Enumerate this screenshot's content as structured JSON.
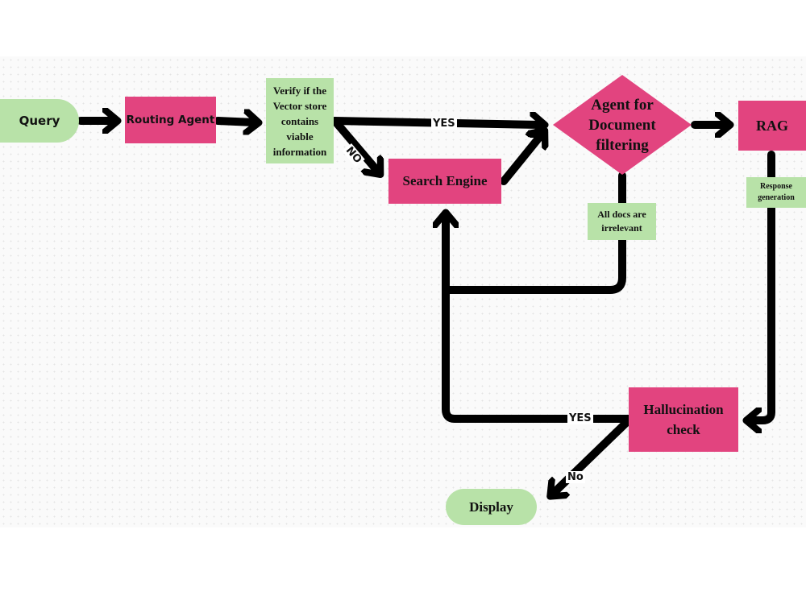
{
  "nodes": {
    "query": "Query",
    "routing_agent": "Routing Agent",
    "verify": "Verify if the Vector store contains viable information",
    "search_engine": "Search Engine",
    "agent_filter": "Agent for Document filtering",
    "rag": "RAG",
    "response_generation": "Response generation",
    "all_docs_irrelevant": "All docs are irrelevant",
    "hallucination_check": "Hallucination check",
    "display": "Display"
  },
  "edge_labels": {
    "verify_yes": "YES",
    "verify_no": "NO",
    "hallucination_yes": "YES",
    "hallucination_no": "No"
  },
  "colors": {
    "process": "#e2447f",
    "note": "#b8e2a8",
    "arrow": "#000000"
  }
}
